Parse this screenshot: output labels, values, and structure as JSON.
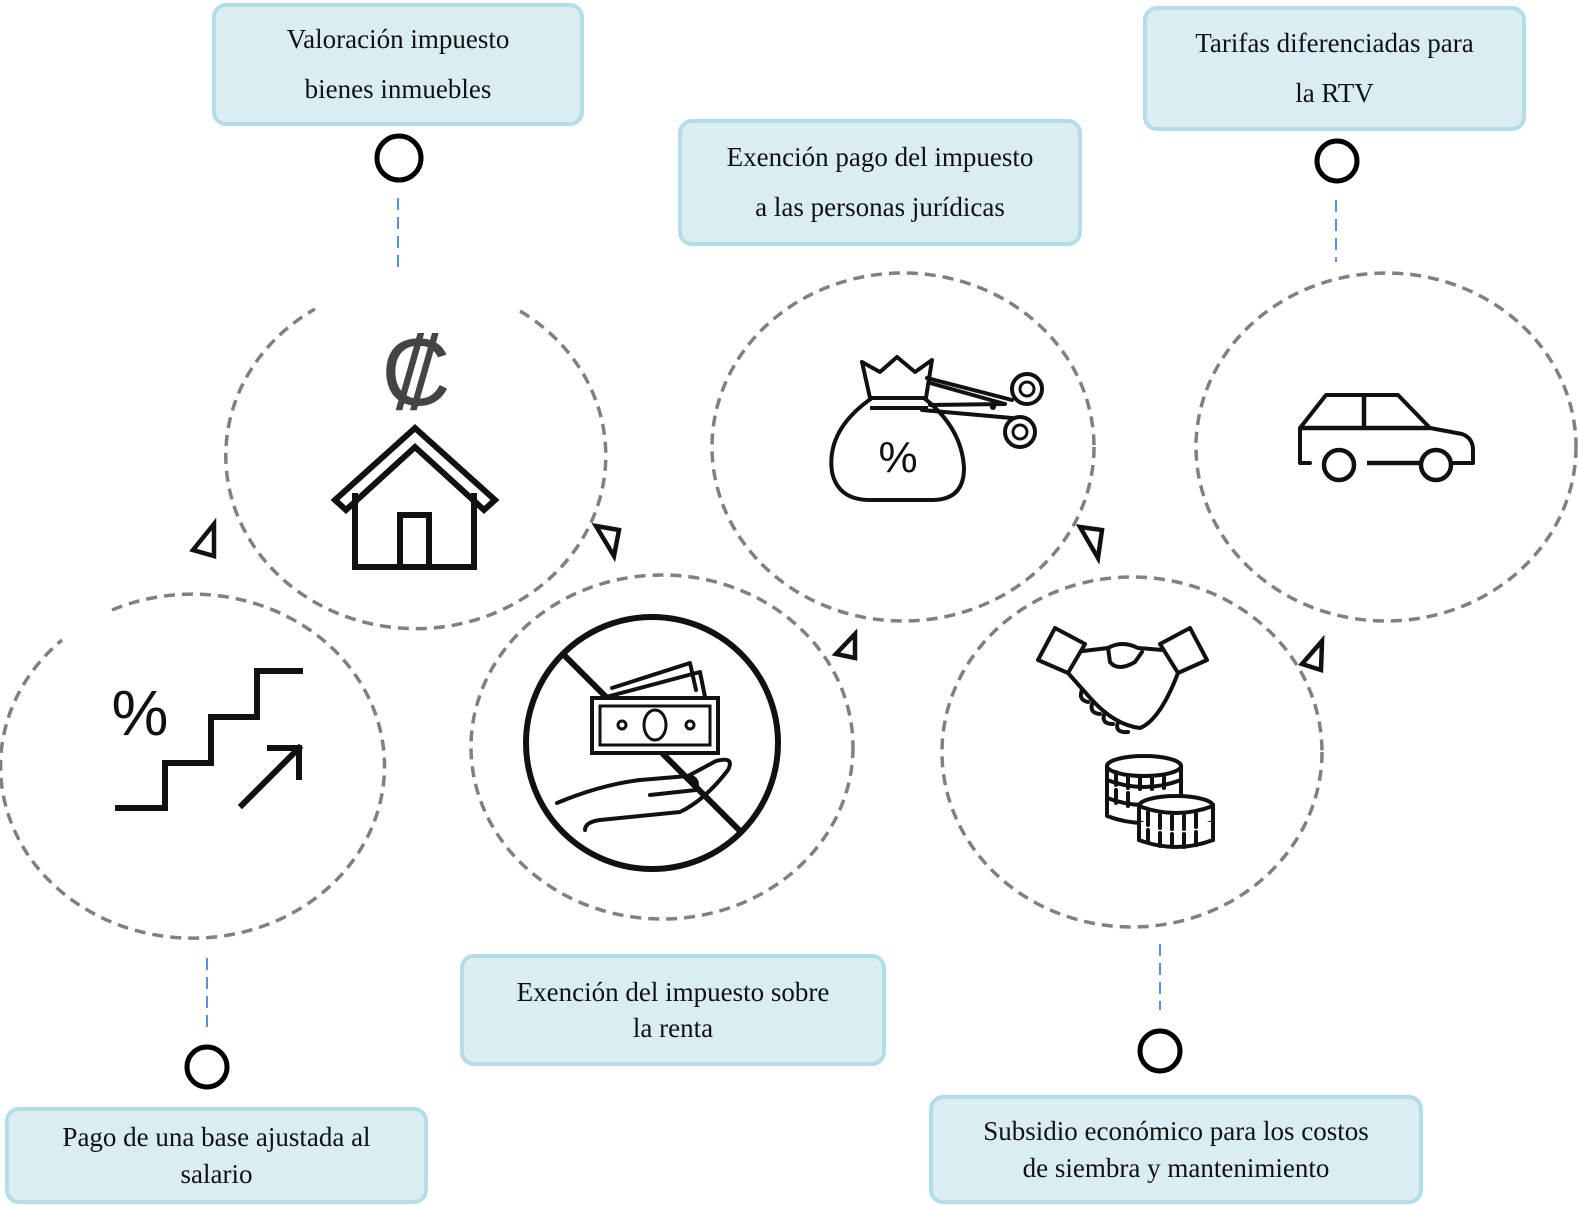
{
  "boxes": {
    "property_tax": {
      "line1": "Valoración impuesto",
      "line2": "bienes inmuebles"
    },
    "legal_entities": {
      "line1": "Exención pago del impuesto",
      "line2": "a las personas jurídicas"
    },
    "rtv": {
      "line1": "Tarifas diferenciadas para",
      "line2": "la RTV"
    },
    "income_tax": {
      "line1": "Exención del impuesto sobre",
      "line2": "la renta"
    },
    "salary_base": {
      "line1": "Pago de una base ajustada al",
      "line2": "salario"
    },
    "subsidy": {
      "line1": "Subsidio económico para los costos",
      "line2": "de siembra y mantenimiento"
    }
  },
  "icons": {
    "colon_symbol": "₡",
    "percent_symbol": "%"
  },
  "colors": {
    "box_fill": "#daedf2",
    "box_border": "#b3dde8",
    "dashed_circle": "#808080",
    "connector": "#5b8fd6"
  }
}
